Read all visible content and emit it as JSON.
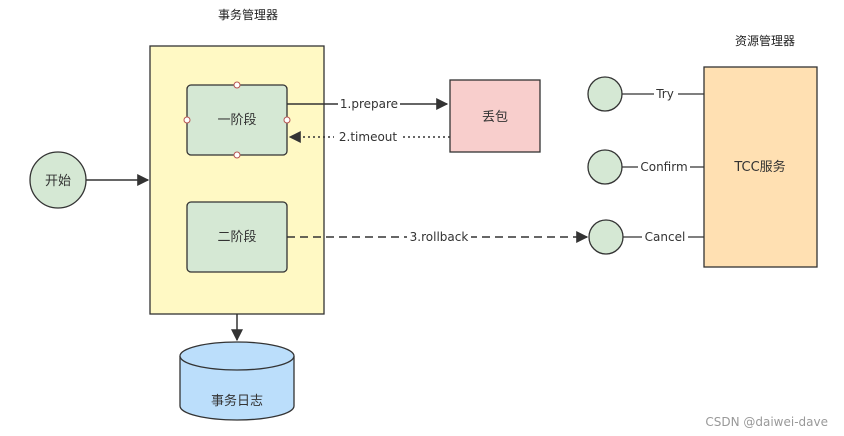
{
  "diagram": {
    "tx_manager_title": "事务管理器",
    "rm_title": "资源管理器",
    "start": "开始",
    "phase1": "一阶段",
    "phase2": "二阶段",
    "lost_packet": "丢包",
    "tcc_service": "TCC服务",
    "tx_log": "事务日志",
    "edge_prepare": "1.prepare",
    "edge_timeout": "2.timeout",
    "edge_rollback": "3.rollback",
    "try_label": "Try",
    "confirm_label": "Confirm",
    "cancel_label": "Cancel",
    "watermark": "CSDN @daiwei-dave"
  },
  "colors": {
    "start_fill": "#d5e8d4",
    "phase_fill": "#d5e8d4",
    "manager_fill": "#fff9c4",
    "lost_fill": "#f8cecc",
    "tcc_fill": "#ffe0b2",
    "log_fill": "#bbdefb",
    "stroke": "#333333"
  }
}
